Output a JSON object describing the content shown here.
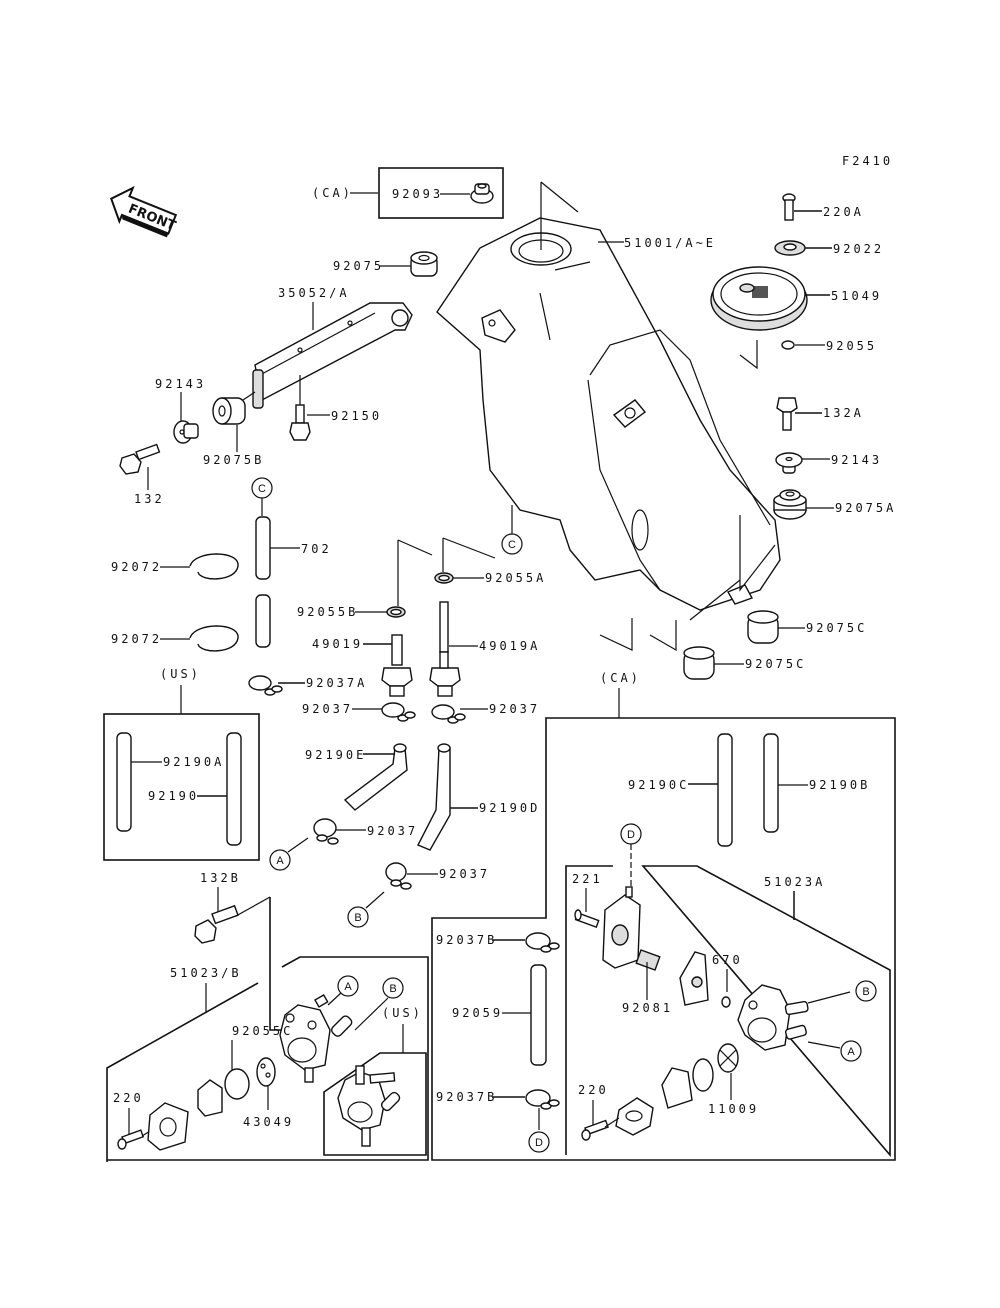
{
  "diagram": {
    "figure_code": "F2410",
    "front_label": "FRONT",
    "region_labels": {
      "ca_top": "(CA)",
      "us_left": "(US)",
      "ca_right": "(CA)",
      "us_bottom": "(US)"
    },
    "callouts": {
      "A": "A",
      "B": "B",
      "C": "C",
      "D": "D"
    },
    "parts": {
      "p92093": "92093",
      "p51001": "51001/A~E",
      "p220A": "220A",
      "p92022": "92022",
      "p51049": "51049",
      "p92055": "92055",
      "p92075": "92075",
      "p35052": "35052/A",
      "p92143_left": "92143",
      "p92150": "92150",
      "p92075B": "92075B",
      "p132": "132",
      "p132A": "132A",
      "p92143_right": "92143",
      "p92075A": "92075A",
      "p702": "702",
      "p92072_top": "92072",
      "p92072_bottom": "92072",
      "p92055A": "92055A",
      "p92055B": "92055B",
      "p49019": "49019",
      "p49019A": "49019A",
      "p92075C_top": "92075C",
      "p92075C_bottom": "92075C",
      "p92037A": "92037A",
      "p92037_left": "92037",
      "p92037_right": "92037",
      "p92190A": "92190A",
      "p92190": "92190",
      "p92190E": "92190E",
      "p92190D": "92190D",
      "p92037_A": "92037",
      "p92037_B": "92037",
      "p92190C": "92190C",
      "p92190B": "92190B",
      "p132B": "132B",
      "p51023B": "51023/B",
      "p92055C": "92055C",
      "p220_left": "220",
      "p43049": "43049",
      "p221": "221",
      "p51023A": "51023A",
      "p670": "670",
      "p92081": "92081",
      "p92037B_top": "92037B",
      "p92059": "92059",
      "p92037B_bottom": "92037B",
      "p220_right": "220",
      "p11009": "11009"
    }
  }
}
